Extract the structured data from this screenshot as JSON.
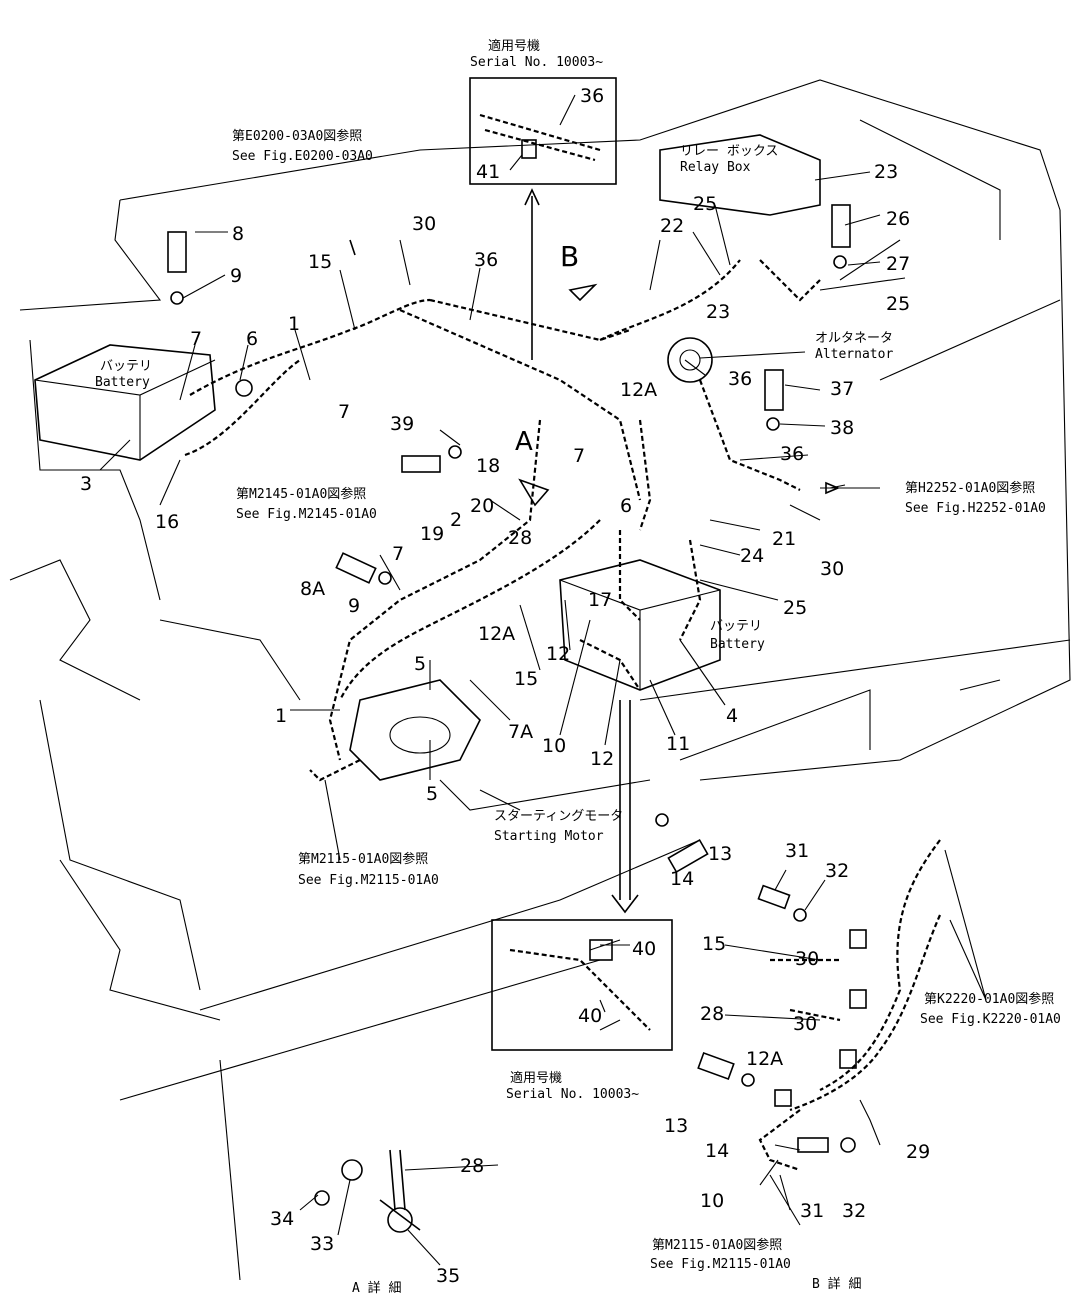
{
  "callouts": {
    "c1a": "1",
    "c1b": "1",
    "c2": "2",
    "c3": "3",
    "c4": "4",
    "c5a": "5",
    "c5b": "5",
    "c6a": "6",
    "c6b": "6",
    "c7a": "7",
    "c7b": "7",
    "c7c": "7",
    "c7d": "7",
    "c7A": "7A",
    "c8": "8",
    "c8A": "8A",
    "c9a": "9",
    "c9b": "9",
    "c10a": "10",
    "c10b": "10",
    "c11": "11",
    "c12a": "12",
    "c12b": "12",
    "c12Aa": "12A",
    "c12Ab": "12A",
    "c12Ac": "12A",
    "c13a": "13",
    "c13b": "13",
    "c14a": "14",
    "c14b": "14",
    "c15a": "15",
    "c15b": "15",
    "c15c": "15",
    "c16": "16",
    "c17": "17",
    "c18": "18",
    "c19": "19",
    "c20": "20",
    "c21": "21",
    "c22": "22",
    "c23a": "23",
    "c23b": "23",
    "c24": "24",
    "c25a": "25",
    "c25b": "25",
    "c25c": "25",
    "c26": "26",
    "c27": "27",
    "c28a": "28",
    "c28b": "28",
    "c28c": "28",
    "c29": "29",
    "c30a": "30",
    "c30b": "30",
    "c30c": "30",
    "c30d": "30",
    "c31a": "31",
    "c31b": "31",
    "c32a": "32",
    "c32b": "32",
    "c33": "33",
    "c34": "34",
    "c35": "35",
    "c36a": "36",
    "c36b": "36",
    "c36c": "36",
    "c36d": "36",
    "c37": "37",
    "c38": "38",
    "c39": "39",
    "c40a": "40",
    "c40b": "40",
    "c41": "41",
    "cA": "A",
    "cB": "B"
  },
  "notes": {
    "serial_top_jp": "適用号機",
    "serial_top": "Serial No. 10003~",
    "serial_bot_jp": "適用号機",
    "serial_bot": "Serial No. 10003~",
    "relay_jp": "リレー ボックス",
    "relay": "Relay Box",
    "alt_jp": "オルタネータ",
    "alt": "Alternator",
    "battery1_jp": "バッテリ",
    "battery1": "Battery",
    "battery2_jp": "バッテリ",
    "battery2": "Battery",
    "starting_jp": "スターティングモータ",
    "starting": "Starting Motor",
    "ref_e0200_jp": "第E0200-03A0図参照",
    "ref_e0200": "See Fig.E0200-03A0",
    "ref_m2145_jp": "第M2145-01A0図参照",
    "ref_m2145": "See Fig.M2145-01A0",
    "ref_h2252_jp": "第H2252-01A0図参照",
    "ref_h2252": "See Fig.H2252-01A0",
    "ref_m2115a_jp": "第M2115-01A0図参照",
    "ref_m2115a": "See Fig.M2115-01A0",
    "ref_k2220_jp": "第K2220-01A0図参照",
    "ref_k2220": "See Fig.K2220-01A0",
    "ref_m2115b_jp": "第M2115-01A0図参照",
    "ref_m2115b": "See Fig.M2115-01A0",
    "detail_b": "B 詳 細",
    "detail_a": "A 詳 細"
  }
}
